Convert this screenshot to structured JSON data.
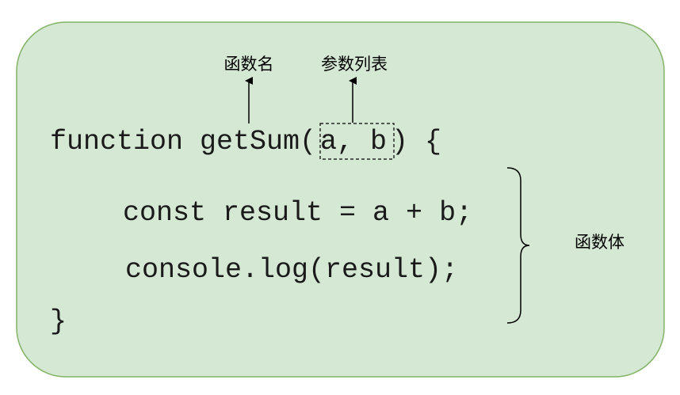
{
  "colors": {
    "box_fill": "#d5e8d4",
    "box_stroke": "#82b366",
    "line": "#000000"
  },
  "code": {
    "line1_prefix": "function getSum(",
    "line1_params": "a, b",
    "line1_suffix": ") {",
    "line2": "const result = a + b;",
    "line3": "console.log(result);",
    "line4": "}"
  },
  "labels": {
    "function_name": "函数名",
    "parameter_list": "参数列表",
    "function_body": "函数体"
  }
}
